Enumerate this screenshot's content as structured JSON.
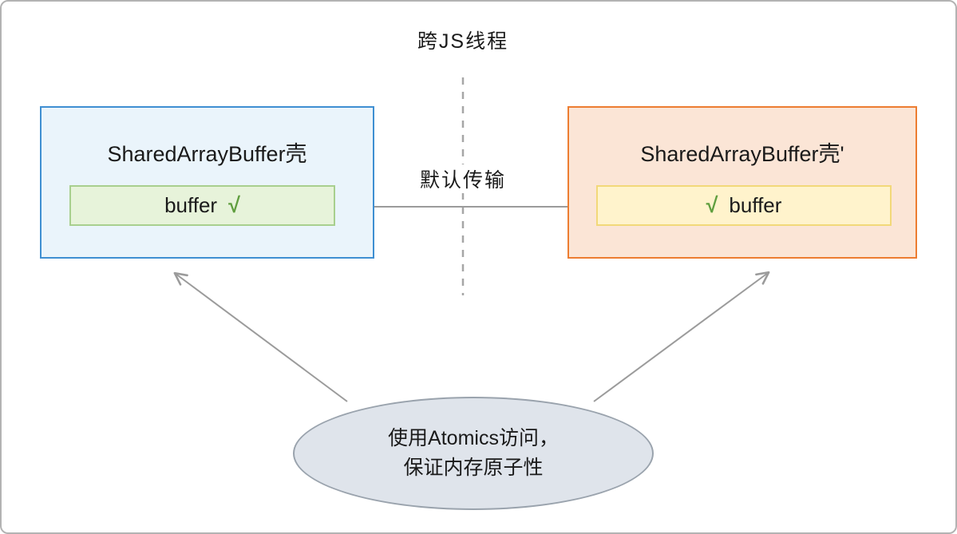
{
  "diagram": {
    "title": "跨JS线程",
    "transfer_label": "默认传输",
    "left_box": {
      "title": "SharedArrayBuffer壳",
      "buffer_label": "buffer",
      "check": "√"
    },
    "right_box": {
      "title": "SharedArrayBuffer壳'",
      "buffer_label": "buffer",
      "check": "√"
    },
    "note": {
      "line1": "使用Atomics访问，",
      "line2": "保证内存原子性"
    },
    "colors": {
      "left_box_border": "#3f8fd2",
      "left_box_fill": "#eaf4fb",
      "left_inner_border": "#a8cf8e",
      "left_inner_fill": "#e7f3da",
      "right_box_border": "#ed7d31",
      "right_box_fill": "#fbe5d6",
      "right_inner_border": "#f2d879",
      "right_inner_fill": "#fff3cc",
      "check_green": "#5f9e3e",
      "arrow_gray": "#9b9b9b",
      "ellipse_fill": "#dfe4eb",
      "ellipse_border": "#9aa3ad",
      "frame_border": "#b3b3b3"
    }
  }
}
